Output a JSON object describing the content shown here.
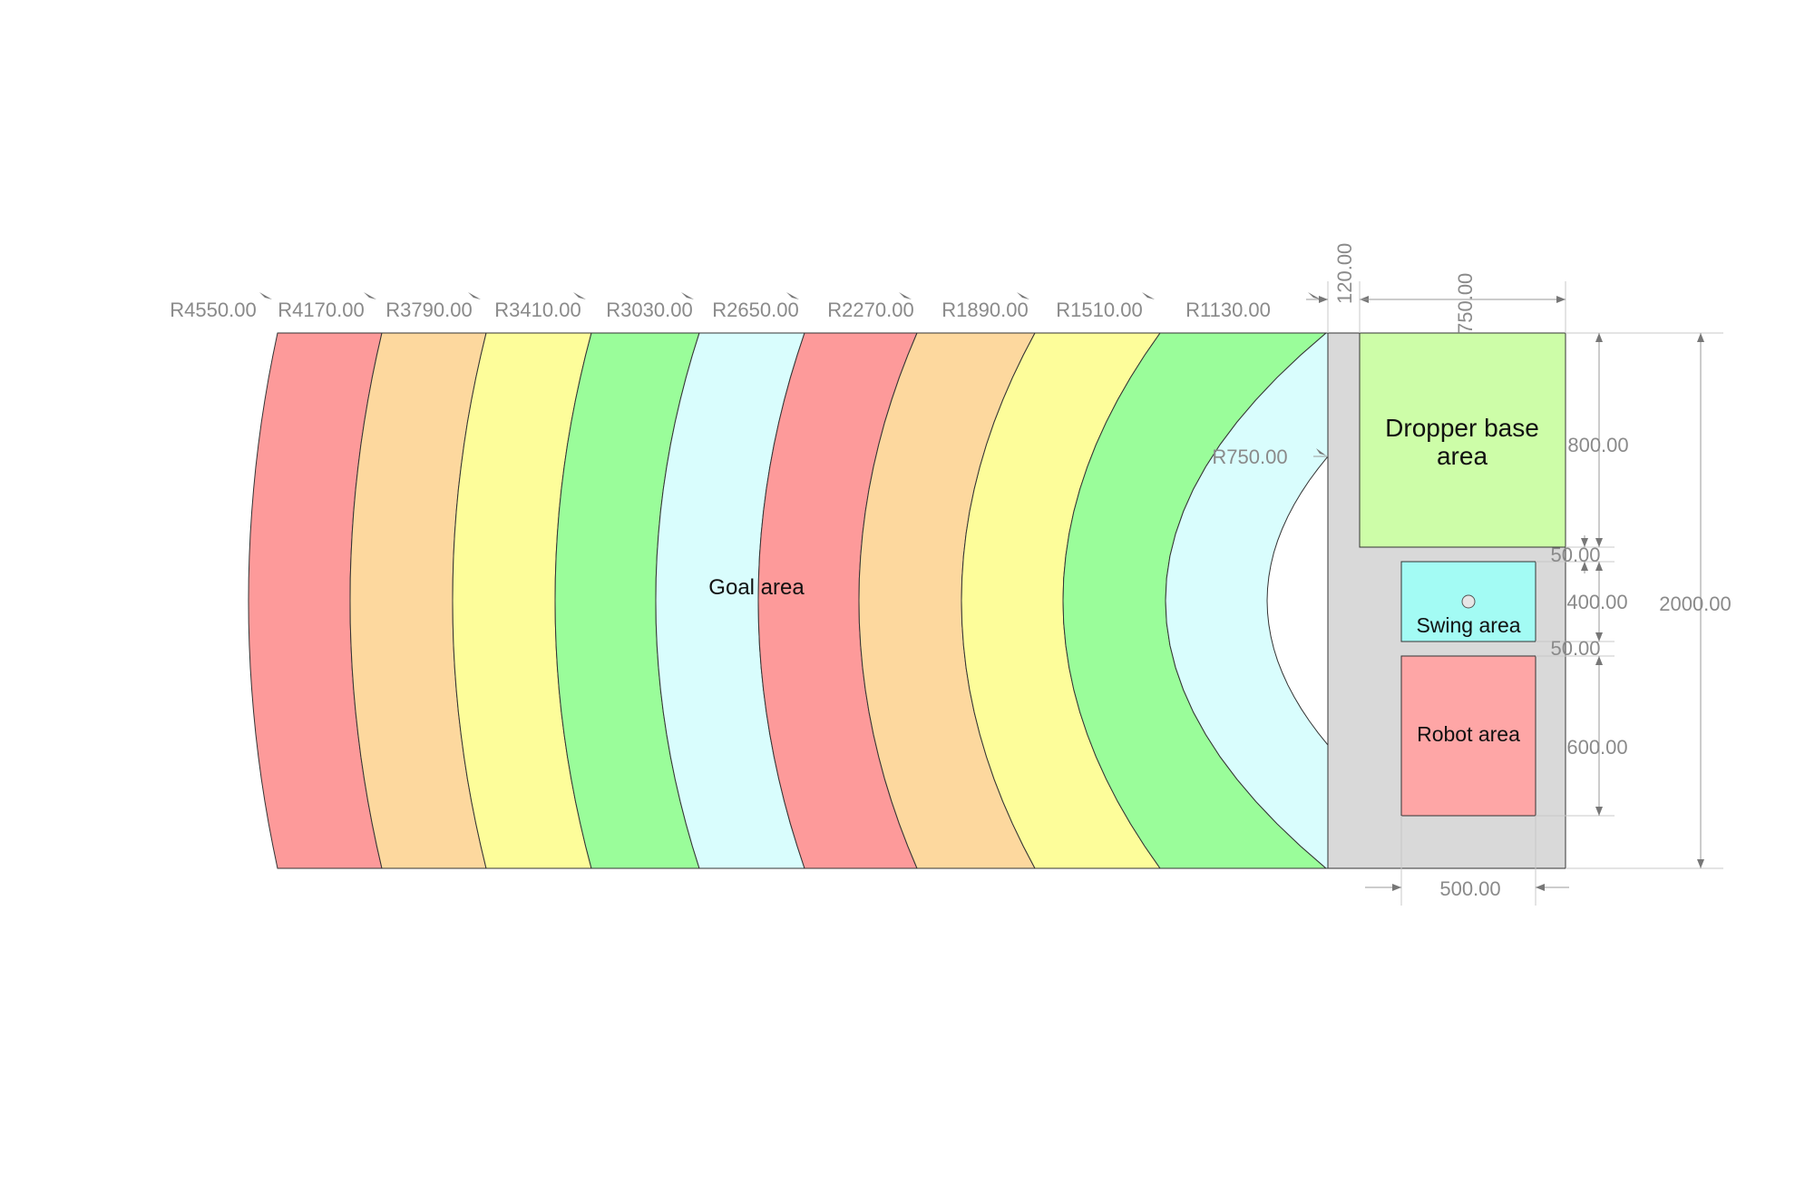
{
  "colors": {
    "band_red": "#fd9a9a",
    "band_orange": "#fdd89e",
    "band_yellow": "#fdfd9a",
    "band_green": "#9afd9a",
    "band_cyan": "#d9fdfd",
    "base_grey": "#d9d9d9",
    "dropper_area": "#cdfda8",
    "swing_area": "#a3fbf4",
    "robot_area": "#fea6a6",
    "dimension_text": "#8a8a8a"
  },
  "bands": [
    {
      "radius_label": "R4550.00",
      "color": "#fd9a9a"
    },
    {
      "radius_label": "R4170.00",
      "color": "#fdd89e"
    },
    {
      "radius_label": "R3790.00",
      "color": "#fdfd9a"
    },
    {
      "radius_label": "R3410.00",
      "color": "#9afd9a"
    },
    {
      "radius_label": "R3030.00",
      "color": "#d9fdfd"
    },
    {
      "radius_label": "R2650.00",
      "color": "#fd9a9a"
    },
    {
      "radius_label": "R2270.00",
      "color": "#fdd89e"
    },
    {
      "radius_label": "R1890.00",
      "color": "#fdfd9a"
    },
    {
      "radius_label": "R1510.00",
      "color": "#9afd9a"
    },
    {
      "radius_label": "R1130.00",
      "color": "#d9fdfd"
    }
  ],
  "labels": {
    "goal_area": "Goal area",
    "dropper_line1": "Dropper base",
    "dropper_line2": "area",
    "swing_area": "Swing area",
    "robot_area": "Robot area"
  },
  "dimensions": {
    "inner_radius": "R750.00",
    "gap_width": "120.00",
    "dropper_width": "750.00",
    "dropper_height": "800.00",
    "gap_top": "50.00",
    "swing_height": "400.00",
    "gap_bottom": "50.00",
    "robot_height": "600.00",
    "total_height": "2000.00",
    "swing_width": "500.00"
  }
}
